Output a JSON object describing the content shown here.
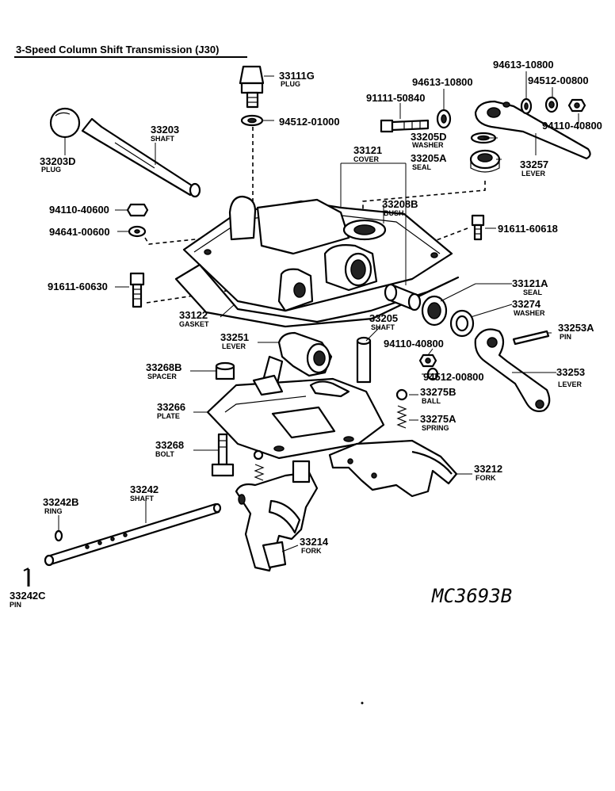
{
  "title": "3-Speed Column Shift Transmission (J30)",
  "illustration_code": "MC3693B",
  "callouts": [
    {
      "id": "33111g",
      "number": "33111G",
      "name": "PLUG"
    },
    {
      "id": "94512-01000",
      "number": "94512-01000",
      "name": ""
    },
    {
      "id": "33203",
      "number": "33203",
      "name": "SHAFT"
    },
    {
      "id": "33203d",
      "number": "33203D",
      "name": "PLUG"
    },
    {
      "id": "94613-10800-a",
      "number": "94613-10800",
      "name": ""
    },
    {
      "id": "91111-50840",
      "number": "91111-50840",
      "name": ""
    },
    {
      "id": "33205d",
      "number": "33205D",
      "name": "WASHER"
    },
    {
      "id": "33205a",
      "number": "33205A",
      "name": "SEAL"
    },
    {
      "id": "94613-10800-b",
      "number": "94613-10800",
      "name": ""
    },
    {
      "id": "94512-00800-a",
      "number": "94512-00800",
      "name": ""
    },
    {
      "id": "94110-40800-a",
      "number": "94110-40800",
      "name": ""
    },
    {
      "id": "33257",
      "number": "33257",
      "name": "LEVER"
    },
    {
      "id": "33121",
      "number": "33121",
      "name": "COVER"
    },
    {
      "id": "33208b",
      "number": "33208B",
      "name": "BUSH"
    },
    {
      "id": "94110-40600",
      "number": "94110-40600",
      "name": ""
    },
    {
      "id": "94641-00600",
      "number": "94641-00600",
      "name": ""
    },
    {
      "id": "91611-60618",
      "number": "91611-60618",
      "name": ""
    },
    {
      "id": "91611-60630",
      "number": "91611-60630",
      "name": ""
    },
    {
      "id": "33121a",
      "number": "33121A",
      "name": "SEAL"
    },
    {
      "id": "33274",
      "number": "33274",
      "name": "WASHER"
    },
    {
      "id": "33122",
      "number": "33122",
      "name": "GASKET"
    },
    {
      "id": "33205",
      "number": "33205",
      "name": "SHAFT"
    },
    {
      "id": "33253a",
      "number": "33253A",
      "name": "PIN"
    },
    {
      "id": "33251",
      "number": "33251",
      "name": "LEVER"
    },
    {
      "id": "94110-40800-b",
      "number": "94110-40800",
      "name": ""
    },
    {
      "id": "94512-00800-b",
      "number": "94512-00800",
      "name": ""
    },
    {
      "id": "33253",
      "number": "33253",
      "name": "LEVER"
    },
    {
      "id": "33268b",
      "number": "33268B",
      "name": "SPACER"
    },
    {
      "id": "33275b",
      "number": "33275B",
      "name": "BALL"
    },
    {
      "id": "33266",
      "number": "33266",
      "name": "PLATE"
    },
    {
      "id": "33275a",
      "number": "33275A",
      "name": "SPRING"
    },
    {
      "id": "33268",
      "number": "33268",
      "name": "BOLT"
    },
    {
      "id": "33212",
      "number": "33212",
      "name": "FORK"
    },
    {
      "id": "33242b",
      "number": "33242B",
      "name": "RING"
    },
    {
      "id": "33242",
      "number": "33242",
      "name": "SHAFT"
    },
    {
      "id": "33214",
      "number": "33214",
      "name": "FORK"
    },
    {
      "id": "33242c",
      "number": "33242C",
      "name": "PIN"
    }
  ]
}
